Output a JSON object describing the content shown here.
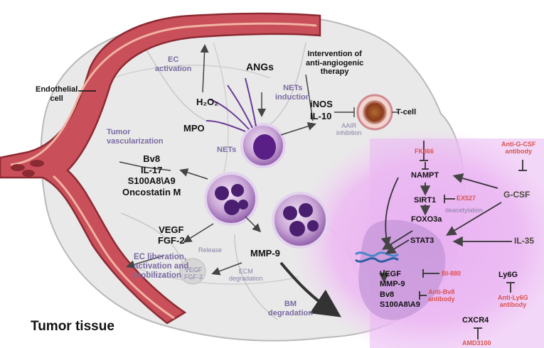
{
  "labels": {
    "endothelial_cell": [
      "Endothelial",
      "cell"
    ],
    "ec_activation": [
      "EC",
      "activation"
    ],
    "angs": "ANGs",
    "intervention": [
      "Intervention of",
      "anti-angiogenic",
      "therapy"
    ],
    "nets_induction": [
      "NETs",
      "induction"
    ],
    "h2o2": "H₂O₂",
    "mpo": "MPO",
    "nets": "NETs",
    "inos": "iNOS",
    "il10": "IL-10",
    "aair": [
      "AAIR",
      "inhibition"
    ],
    "tcell": "T-cell",
    "tumor_vascularization": [
      "Tumor",
      "vascularization"
    ],
    "factors": [
      "Bv8",
      "IL-17",
      "S100A8\\A9",
      "Oncostatin M"
    ],
    "vegf_fgf": [
      "VEGF",
      "FGF-2"
    ],
    "release": "Release",
    "vegf_fgf_small": [
      "VEGF",
      "FGF-2"
    ],
    "ec_liberation": [
      "EC liberation,",
      "activation and",
      "mobilization"
    ],
    "mmp9": "MMP-9",
    "ecm": [
      "ECM",
      "degradation"
    ],
    "bm": [
      "BM",
      "degradation"
    ],
    "tumor_tissue": "Tumor tissue"
  },
  "pathway": {
    "fk866": "FK866",
    "nampt": "NAMPT",
    "sirt1": "SIRT1",
    "ex527": "EX527",
    "deacetylation": "deacetylation",
    "foxo3a": "FOXO3a",
    "stat3": "STAT3",
    "anti_gcsf": [
      "Anti-G-CSF",
      "antibody"
    ],
    "gcsf": "G-CSF",
    "il35": "IL-35",
    "outputs": [
      "VEGF",
      "MMP-9",
      "Bv8",
      "S100A8\\A9"
    ],
    "bi880": "BI-880",
    "anti_bv8": [
      "Anti-Bv8",
      "antibody"
    ],
    "ly6g": "Ly6G",
    "anti_ly6g": [
      "Anti-Ly6G",
      "antibody"
    ],
    "cxcr4": "CXCR4",
    "amd3100": "AMD3100"
  },
  "colors": {
    "vessel": "#c9505a",
    "vessel_dark": "#8c2a33",
    "tissue": "#e4e4e4",
    "neutrophil": "#7a3fa3",
    "pathway_bg": "#e8b3f0",
    "inhibitor_red": "#d9534f",
    "label_purple": "#7a6aa0"
  }
}
